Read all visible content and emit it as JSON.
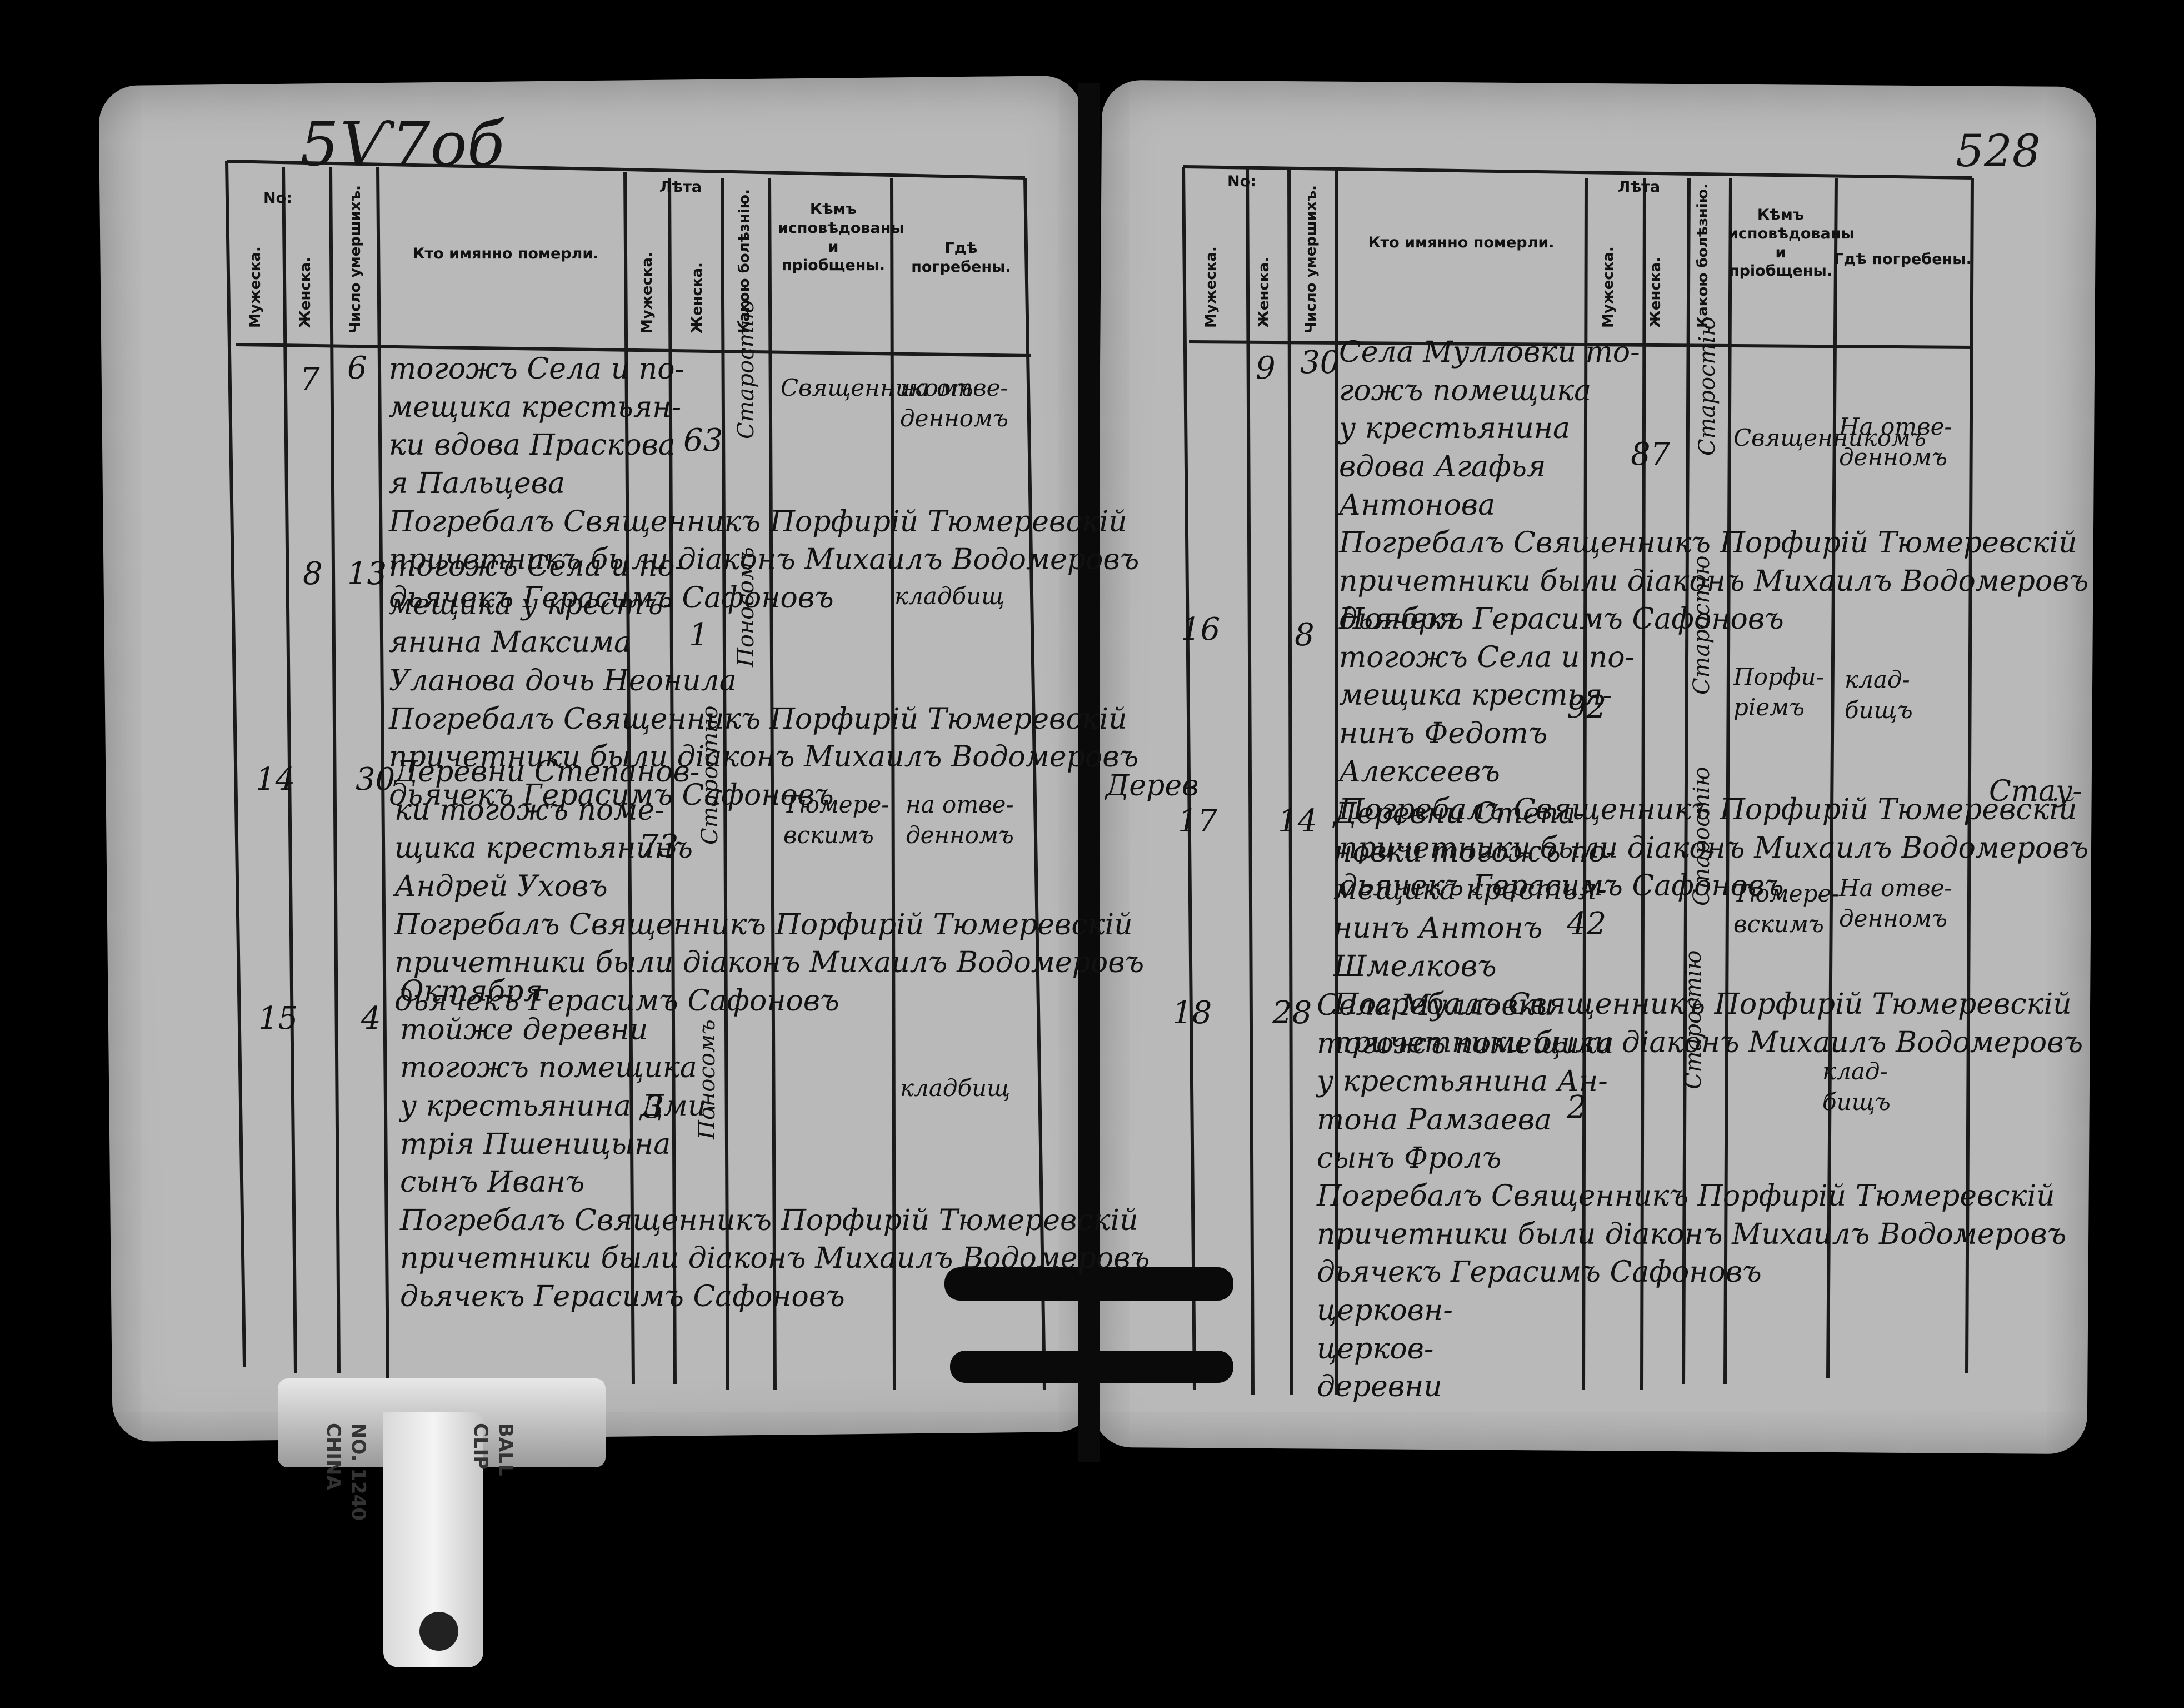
{
  "folio": {
    "left": "5Ѵ7об",
    "right": "528"
  },
  "headers": {
    "number": "No:",
    "male": "Мужеска.",
    "female": "Женска.",
    "date": "Число умершихъ.",
    "who": "Кто имянно померли.",
    "age": "Лѣта",
    "age_male": "Мужеска.",
    "age_female": "Женска.",
    "disease": "Какою болѣзнію.",
    "confessor": "Кѣмъ исповѣдованы и пріобщены.",
    "buried": "Гдѣ погребены."
  },
  "left": [
    {
      "n": "7",
      "d": "6",
      "text": "тогожъ Села и по-\nмещика крестьян-\nки вдова Праскова\nя Пальцева\nПогребалъ Священникъ Порфирiй Тюмеревскiй\nпричетникъ были дiаконъ Михаилъ Водомеровъ\nдьячекъ Герасимъ Сафоновъ",
      "age": "63",
      "dis": "Старостiю",
      "conf": "Священникомъ",
      "bur": "на отве-\nденномъ"
    },
    {
      "n": "8",
      "d": "13",
      "text": "тогожъ Села и по-\nмещика у крестъ-\nянина Максима\nУланова дочь Неонила\nПогребалъ Священникъ Порфирiй Тюмеревскiй\nпричетники были дiаконъ Михаилъ Водомеровъ\nдьячекъ Герасимъ Сафоновъ",
      "age": "1",
      "dis": "Поносомъ",
      "conf": "",
      "bur": "кладбищ"
    },
    {
      "n": "14",
      "d": "30",
      "text": "Деревни Степанов-\nки тогожъ поме-\nщика крестьянинъ\nАндрей Уховъ\nПогребалъ Священникъ Порфирiй Тюмеревскiй\nпричетники были дiаконъ Михаилъ Водомеровъ\nдьячекъ Герасимъ Сафоновъ",
      "age": "73",
      "dis": "Старостiю",
      "conf": "Тюмере-\nвскимъ",
      "bur": "на отве-\nденномъ"
    },
    {
      "n": "15",
      "d": "4",
      "text": "Октября\nтойже деревни\nтогожъ помещика\nу крестьянина Дми-\nтрiя Пшеницына\nсынъ Иванъ\nПогребалъ Священникъ Порфирiй Тюмеревскiй\nпричетники были дiаконъ Михаилъ Водомеровъ\nдьячекъ Герасимъ Сафоновъ",
      "age": "3",
      "dis": "Поносомъ",
      "conf": "",
      "bur": "кладбищ"
    }
  ],
  "right": [
    {
      "n": "9",
      "d": "30",
      "text": "Села Мулловки то-\nгожъ помещика\nу крестьянина\nвдова Агафья\nАнтонова\nПогребалъ Священникъ Порфирiй Тюмеревскiй\nпричетники были дiаконъ Михаилъ Водомеровъ\nдьячекъ Герасимъ Сафоновъ",
      "age": "87",
      "dis": "Старостiю",
      "conf": "Священникомъ",
      "bur": "На отве-\nденномъ"
    },
    {
      "n": "16",
      "d": "8",
      "text": "Ноября\nтогожъ Села и по-\nмещика крестья-\nнинъ Федотъ\nАлексеевъ\nПогребалъ Священникъ Порфирiй Тюмеревскiй\nпричетники были дiаконъ Михаилъ Водомеровъ\nдьячекъ Герасимъ Сафоновъ",
      "age": "92",
      "dis": "Старостiю",
      "conf": "Порфи-\nрiемъ",
      "bur": "клад-\nбищъ"
    },
    {
      "n": "17",
      "d": "14",
      "text": "Деревни Степа-\nновки тогожъ по-\nмещика крестья-\nнинъ Антонъ\nШмелковъ\nПогребалъ Священникъ Порфирiй Тюмеревскiй\nпричетники были дiаконъ Михаилъ Водомеровъ",
      "age": "42",
      "dis": "Старостiю",
      "conf": "Тюмере-\nвскимъ",
      "bur": "На отве-\nденномъ"
    },
    {
      "n": "18",
      "d": "28",
      "text": "Села Мулловки\nтогожъ помещика\nу крестьянина Ан-\nтона Рамзаева\nсынъ Фролъ\nПогребалъ Священникъ Порфирiй Тюмеревскiй\nпричетники были дiаконъ Михаилъ Водомеровъ\nдьячекъ Герасимъ Сафоновъ\nцерковн-\nцерков-\nдеревни",
      "age": "2",
      "dis": "Старостiю",
      "conf": "",
      "bur": "клад-\nбищъ"
    }
  ],
  "margin_note": "Дерев",
  "margin_note_right": "Стау-",
  "clip": {
    "brand": "BALL",
    "model": "CLIP",
    "no": "NO. 1240",
    "origin": "CHINA"
  }
}
